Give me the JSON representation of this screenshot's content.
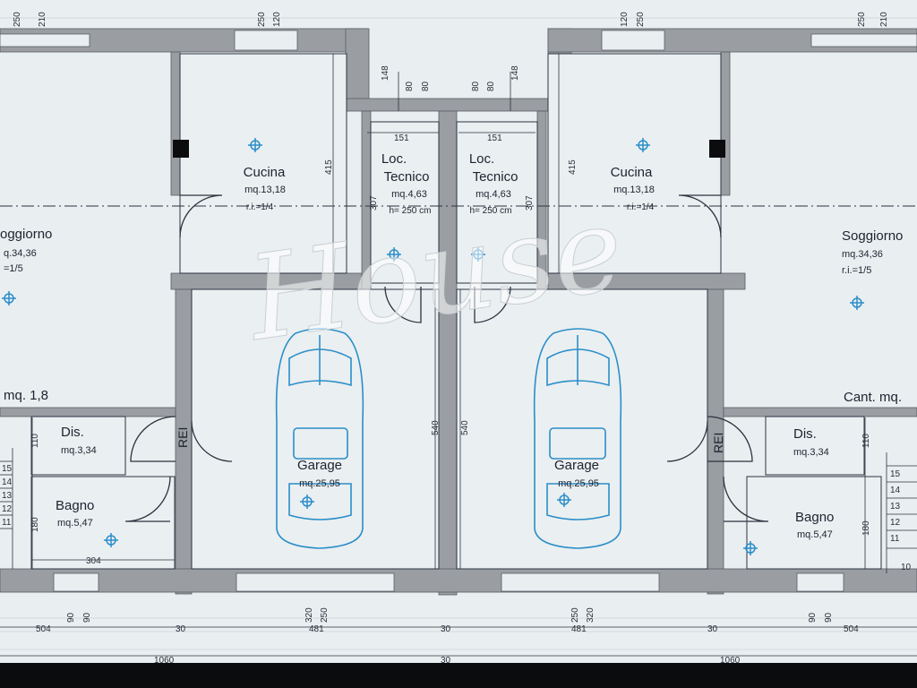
{
  "colors": {
    "paper": "#e9eef0",
    "wall": "#9a9da2",
    "wallDark": "#8a8d92",
    "line": "#2c3340",
    "blue": "#2a8ec9",
    "black": "#0b0c0e"
  },
  "icons": [
    "light-point-icon",
    "car-icon",
    "column-icon"
  ],
  "rooms": {
    "cucina_l": {
      "name": "Cucina",
      "area": "mq.13,18",
      "ri": "r.i.=1/4"
    },
    "cucina_r": {
      "name": "Cucina",
      "area": "mq.13,18",
      "ri": "r.i.=1/4"
    },
    "soggiorno_l": {
      "name": "oggiorno",
      "area": "q.34,36",
      "ri": "=1/5"
    },
    "soggiorno_r": {
      "name": "Soggiorno",
      "area": "mq.34,36",
      "ri": "r.i.=1/5"
    },
    "loc_l": {
      "line1": "Loc.",
      "line2": "Tecnico",
      "area": "mq.4,63",
      "height": "h= 250 cm"
    },
    "loc_r": {
      "line1": "Loc.",
      "line2": "Tecnico",
      "area": "mq.4,63",
      "height": "h= 250 cm"
    },
    "garage_l": {
      "name": "Garage",
      "area": "mq.25,95"
    },
    "garage_r": {
      "name": "Garage",
      "area": "mq.25,95"
    },
    "dis_l": {
      "name": "Dis.",
      "area": "mq.3,34"
    },
    "dis_r": {
      "name": "Dis.",
      "area": "mq.3,34"
    },
    "bagno_l": {
      "name": "Bagno",
      "area": "mq.5,47"
    },
    "bagno_r": {
      "name": "Bagno",
      "area": "mq.5,47"
    },
    "cant_l": {
      "name": "mq. 1,8"
    },
    "cant_r": {
      "name": "Cant. mq."
    }
  },
  "rei": "REI",
  "watermark": "House",
  "dims": {
    "top": [
      "250",
      "210",
      "250",
      "120",
      "148",
      "80",
      "80",
      "80",
      "80",
      "148",
      "120",
      "250",
      "250",
      "210"
    ],
    "mid": [
      "151",
      "151",
      "415",
      "307",
      "307",
      "415",
      "540",
      "540",
      "110",
      "180",
      "304",
      "110",
      "180"
    ],
    "bottom": [
      "90",
      "90",
      "320",
      "250",
      "250",
      "320",
      "90",
      "90",
      "504",
      "30",
      "481",
      "30",
      "481",
      "30",
      "504",
      "1060",
      "30",
      "1060"
    ]
  },
  "stairs": {
    "left": [
      "15",
      "14",
      "13",
      "12",
      "11"
    ],
    "right": [
      "15",
      "14",
      "13",
      "12",
      "11",
      "10"
    ]
  }
}
